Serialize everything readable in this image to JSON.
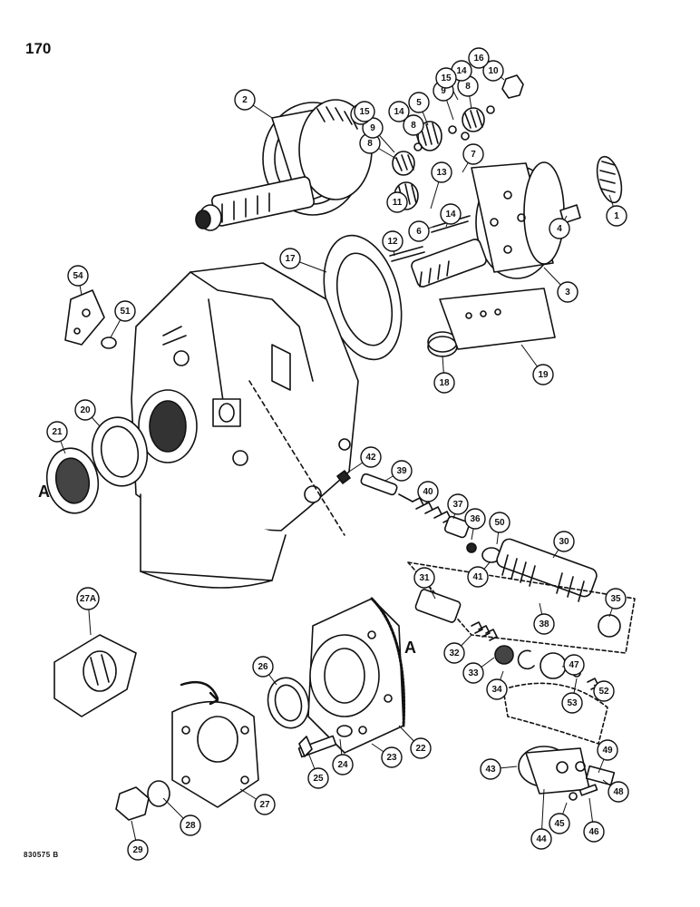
{
  "page_number": "170",
  "figure_code": "830575 B",
  "section_letters": [
    "A",
    "A"
  ],
  "callouts": [
    {
      "label": "1"
    },
    {
      "label": "2"
    },
    {
      "label": "3"
    },
    {
      "label": "4"
    },
    {
      "label": "5"
    },
    {
      "label": "6"
    },
    {
      "label": "7"
    },
    {
      "label": "8"
    },
    {
      "label": "8"
    },
    {
      "label": "8"
    },
    {
      "label": "9"
    },
    {
      "label": "9"
    },
    {
      "label": "10"
    },
    {
      "label": "11"
    },
    {
      "label": "12"
    },
    {
      "label": "13"
    },
    {
      "label": "14"
    },
    {
      "label": "14"
    },
    {
      "label": "14"
    },
    {
      "label": "14"
    },
    {
      "label": "15"
    },
    {
      "label": "15"
    },
    {
      "label": "16"
    },
    {
      "label": "17"
    },
    {
      "label": "18"
    },
    {
      "label": "19"
    },
    {
      "label": "20"
    },
    {
      "label": "21"
    },
    {
      "label": "22"
    },
    {
      "label": "23"
    },
    {
      "label": "24"
    },
    {
      "label": "25"
    },
    {
      "label": "26"
    },
    {
      "label": "27"
    },
    {
      "label": "27A"
    },
    {
      "label": "28"
    },
    {
      "label": "29"
    },
    {
      "label": "30"
    },
    {
      "label": "31"
    },
    {
      "label": "32"
    },
    {
      "label": "33"
    },
    {
      "label": "34"
    },
    {
      "label": "35"
    },
    {
      "label": "36"
    },
    {
      "label": "37"
    },
    {
      "label": "38"
    },
    {
      "label": "39"
    },
    {
      "label": "40"
    },
    {
      "label": "41"
    },
    {
      "label": "42"
    },
    {
      "label": "43"
    },
    {
      "label": "44"
    },
    {
      "label": "45"
    },
    {
      "label": "46"
    },
    {
      "label": "47"
    },
    {
      "label": "48"
    },
    {
      "label": "49"
    },
    {
      "label": "50"
    },
    {
      "label": "51"
    },
    {
      "label": "52"
    },
    {
      "label": "53"
    },
    {
      "label": "54"
    }
  ],
  "colors": {
    "ink": "#111111",
    "paper": "#ffffff",
    "shade": "#444444"
  }
}
